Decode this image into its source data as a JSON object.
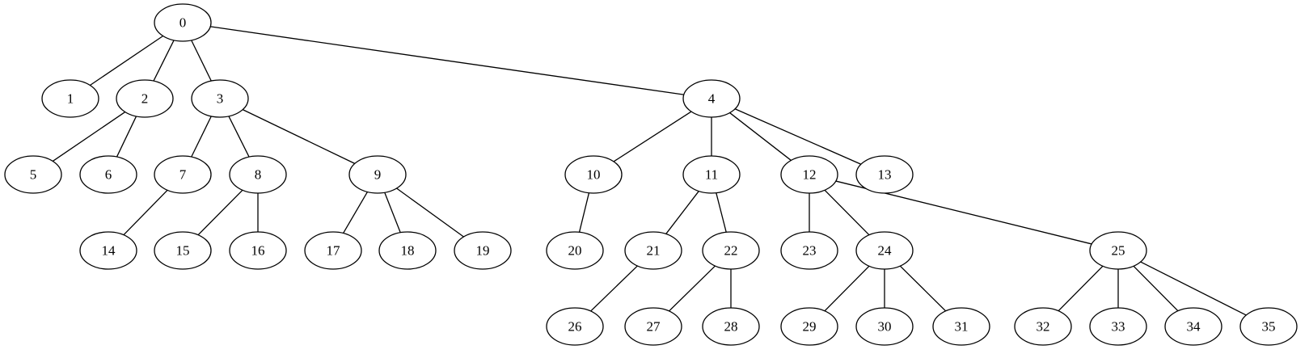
{
  "nodes": [
    {
      "id": "0",
      "label": "0"
    },
    {
      "id": "1",
      "label": "1"
    },
    {
      "id": "2",
      "label": "2"
    },
    {
      "id": "3",
      "label": "3"
    },
    {
      "id": "4",
      "label": "4"
    },
    {
      "id": "5",
      "label": "5"
    },
    {
      "id": "6",
      "label": "6"
    },
    {
      "id": "7",
      "label": "7"
    },
    {
      "id": "8",
      "label": "8"
    },
    {
      "id": "9",
      "label": "9"
    },
    {
      "id": "10",
      "label": "10"
    },
    {
      "id": "11",
      "label": "11"
    },
    {
      "id": "12",
      "label": "12"
    },
    {
      "id": "13",
      "label": "13"
    },
    {
      "id": "14",
      "label": "14"
    },
    {
      "id": "15",
      "label": "15"
    },
    {
      "id": "16",
      "label": "16"
    },
    {
      "id": "17",
      "label": "17"
    },
    {
      "id": "18",
      "label": "18"
    },
    {
      "id": "19",
      "label": "19"
    },
    {
      "id": "20",
      "label": "20"
    },
    {
      "id": "21",
      "label": "21"
    },
    {
      "id": "22",
      "label": "22"
    },
    {
      "id": "23",
      "label": "23"
    },
    {
      "id": "24",
      "label": "24"
    },
    {
      "id": "25",
      "label": "25"
    },
    {
      "id": "26",
      "label": "26"
    },
    {
      "id": "27",
      "label": "27"
    },
    {
      "id": "28",
      "label": "28"
    },
    {
      "id": "29",
      "label": "29"
    },
    {
      "id": "30",
      "label": "30"
    },
    {
      "id": "31",
      "label": "31"
    },
    {
      "id": "32",
      "label": "32"
    },
    {
      "id": "33",
      "label": "33"
    },
    {
      "id": "34",
      "label": "34"
    },
    {
      "id": "35",
      "label": "35"
    }
  ],
  "edges": [
    [
      "0",
      "1"
    ],
    [
      "0",
      "2"
    ],
    [
      "0",
      "3"
    ],
    [
      "0",
      "4"
    ],
    [
      "2",
      "5"
    ],
    [
      "2",
      "6"
    ],
    [
      "3",
      "7"
    ],
    [
      "3",
      "8"
    ],
    [
      "3",
      "9"
    ],
    [
      "4",
      "10"
    ],
    [
      "4",
      "11"
    ],
    [
      "4",
      "12"
    ],
    [
      "4",
      "13"
    ],
    [
      "7",
      "14"
    ],
    [
      "8",
      "15"
    ],
    [
      "8",
      "16"
    ],
    [
      "9",
      "17"
    ],
    [
      "9",
      "18"
    ],
    [
      "9",
      "19"
    ],
    [
      "10",
      "20"
    ],
    [
      "11",
      "21"
    ],
    [
      "11",
      "22"
    ],
    [
      "12",
      "23"
    ],
    [
      "12",
      "24"
    ],
    [
      "12",
      "25"
    ],
    [
      "21",
      "26"
    ],
    [
      "22",
      "27"
    ],
    [
      "22",
      "28"
    ],
    [
      "24",
      "29"
    ],
    [
      "24",
      "30"
    ],
    [
      "24",
      "31"
    ],
    [
      "25",
      "32"
    ],
    [
      "25",
      "33"
    ],
    [
      "25",
      "34"
    ],
    [
      "25",
      "35"
    ]
  ],
  "colors": {
    "stroke": "#000000",
    "node_fill": "#ffffff",
    "text": "#000000",
    "background": "#ffffff"
  }
}
